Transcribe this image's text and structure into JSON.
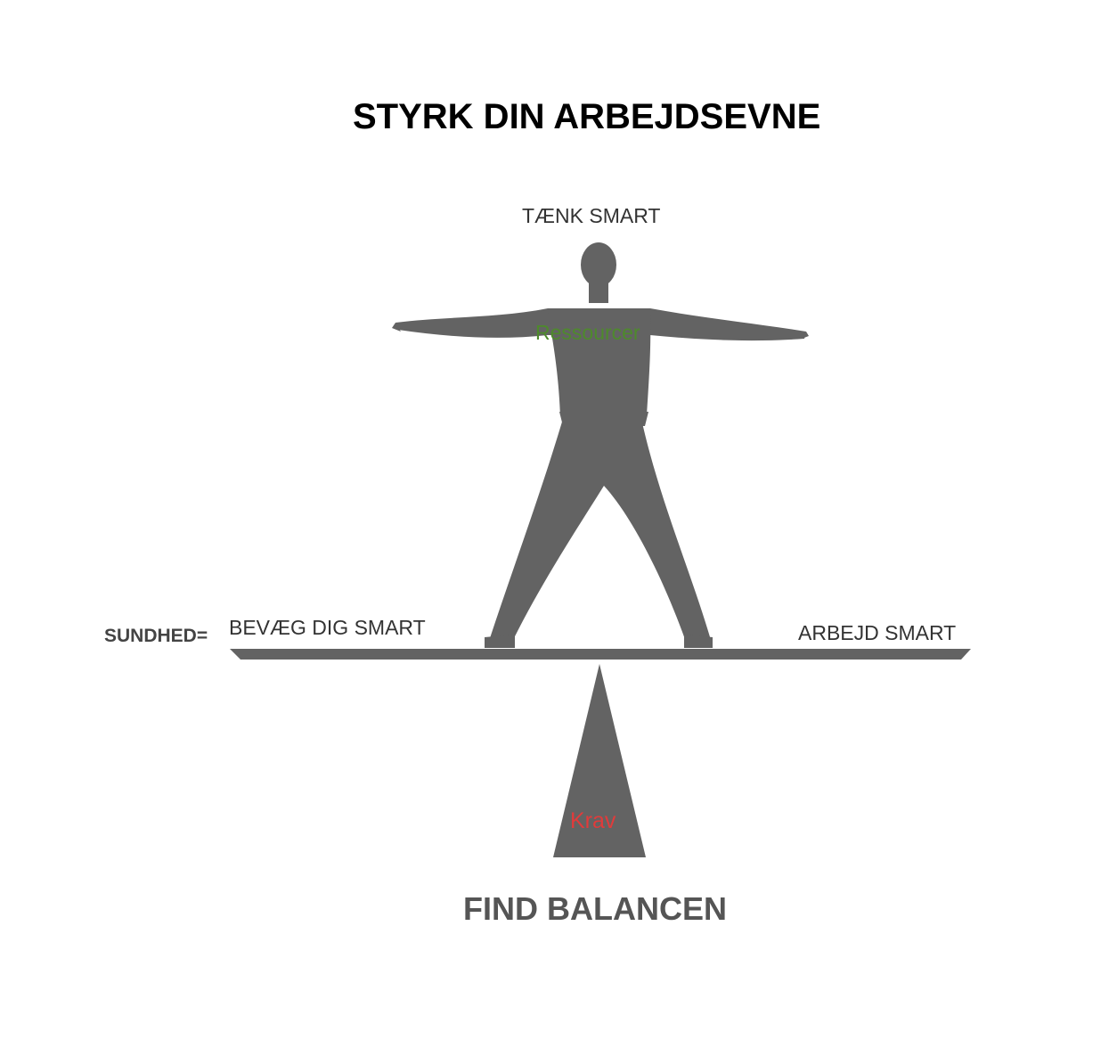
{
  "title": "STYRK DIN ARBEJDSEVNE",
  "labels": {
    "top": "TÆNK SMART",
    "center": "Ressourcer",
    "health": "SUNDHED=",
    "left": "BEVÆG DIG SMART",
    "right": "ARBEJD SMART",
    "base": "Krav"
  },
  "footer": "FIND BALANCEN",
  "colors": {
    "figure": "#636363",
    "resources_text": "#4e8a2c",
    "demands_text": "#e03b3b"
  },
  "icons": {
    "figure": "person-silhouette-icon",
    "fulcrum": "triangle-fulcrum-icon",
    "beam": "balance-beam"
  }
}
